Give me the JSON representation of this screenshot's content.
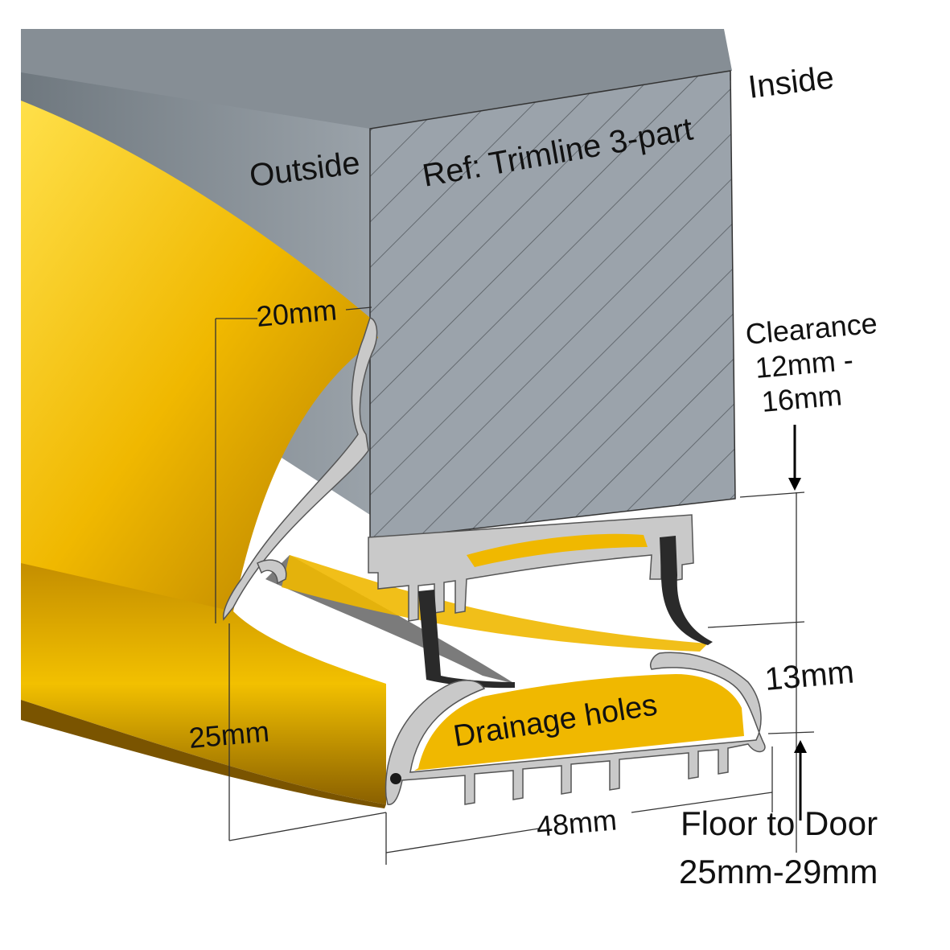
{
  "labels": {
    "inside": "Inside",
    "outside": "Outside",
    "ref": "Ref: Trimline 3-part",
    "clearance_1": "Clearance",
    "clearance_2": "12mm -",
    "clearance_3": "16mm",
    "dim_20": "20mm",
    "dim_25": "25mm",
    "dim_13": "13mm",
    "dim_48": "48mm",
    "drainage": "Drainage holes",
    "floor_1": "Floor to Door",
    "floor_2": "25mm-29mm"
  },
  "colors": {
    "door_front": "#9ba3ab",
    "door_back": "#7f888f",
    "profile_gold": "#e8b100",
    "profile_gold_light": "#ffd21a",
    "profile_gold_dark": "#9a6d00",
    "section_grey": "#c9c9c9",
    "seal_black": "#2a2a2a"
  }
}
